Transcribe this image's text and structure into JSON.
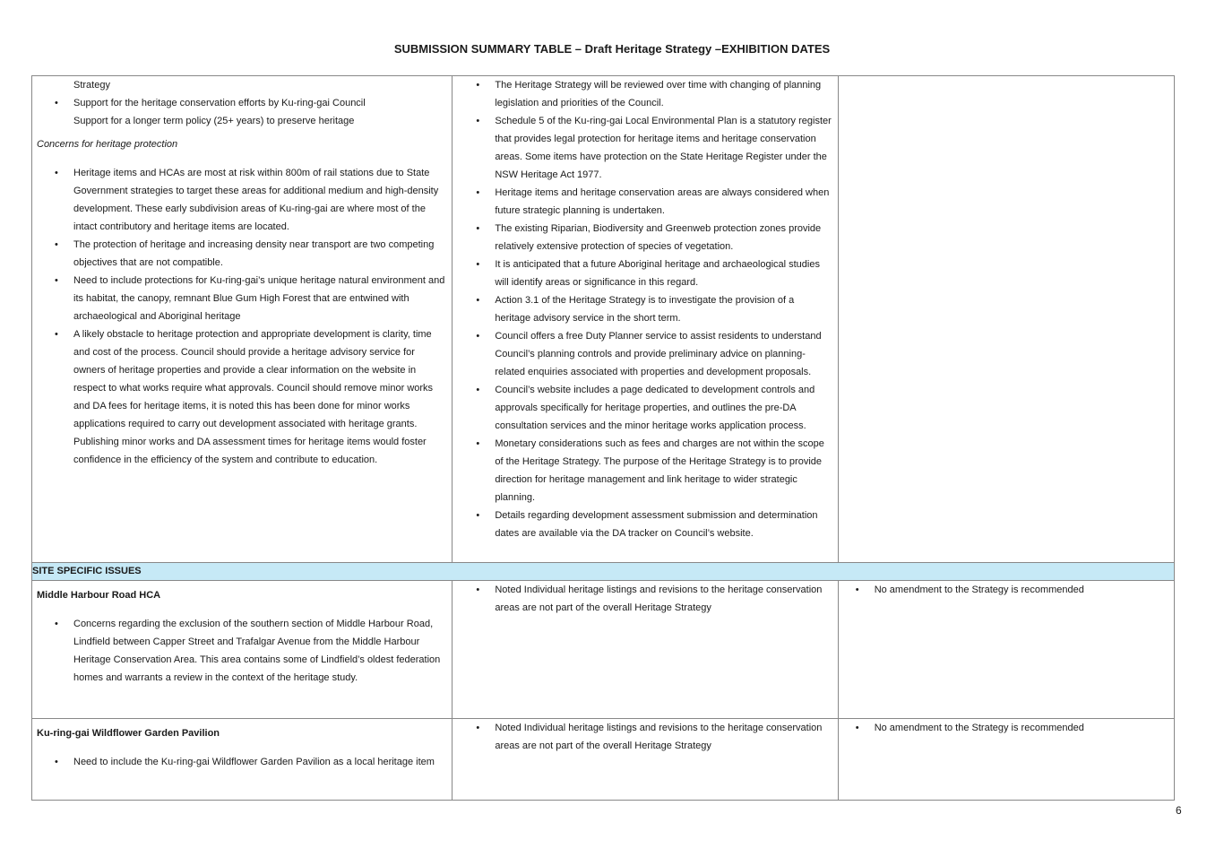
{
  "document": {
    "title": "SUBMISSION SUMMARY TABLE – Draft Heritage Strategy –EXHIBITION DATES",
    "page_number": "6"
  },
  "rows": {
    "main": {
      "col1": {
        "top_line": "Strategy",
        "top_bullets": [
          "Support for the heritage conservation efforts by Ku-ring-gai Council"
        ],
        "plain_line": "Support for a longer term policy (25+ years) to preserve heritage",
        "subheading": "Concerns for heritage protection",
        "bullets": [
          "Heritage items and HCAs are most at risk within 800m of rail stations due to State Government strategies to target these areas for additional medium and high-density development. These early subdivision areas of Ku-ring-gai are where most of the intact contributory and heritage items are located.",
          "The protection of heritage and increasing density near transport are two competing objectives that are not compatible.",
          "Need to include protections for Ku-ring-gai’s unique heritage natural environment and its habitat, the canopy, remnant Blue Gum High Forest that are entwined with archaeological and Aboriginal heritage",
          "A likely obstacle to heritage protection and appropriate development is clarity, time and cost of the process. Council should provide a heritage advisory service for owners of heritage properties and provide a clear information on the website in respect to what works require what approvals. Council should remove minor works and DA fees for heritage items, it is noted this has been done for minor works applications required to carry out development associated with heritage grants. Publishing minor works and DA assessment times for heritage items would foster confidence in the efficiency of the system and contribute to education."
        ]
      },
      "col2": {
        "bullets": [
          "The Heritage Strategy will be reviewed over time with changing of planning legislation and priorities of the Council.",
          "Schedule 5 of the Ku-ring-gai Local Environmental Plan is a statutory register that provides legal protection for heritage items and heritage conservation areas. Some items have protection on the State Heritage Register under the NSW Heritage Act 1977.",
          "Heritage items and heritage conservation areas are always considered when future strategic planning is undertaken.",
          "The existing Riparian, Biodiversity and Greenweb protection zones provide relatively extensive protection of species of vegetation.",
          "It is anticipated that a future Aboriginal heritage and archaeological studies will identify areas or significance in this regard.",
          "Action 3.1 of the Heritage Strategy is to investigate the provision of a heritage advisory service in the short term.",
          "Council offers a free Duty Planner service to assist residents to understand Council’s planning controls and provide preliminary advice on planning-related enquiries associated with properties and development proposals.",
          "Council’s website includes a page dedicated to development controls and approvals specifically for heritage properties, and outlines the pre-DA consultation services and the minor heritage works application process.",
          "Monetary considerations such as fees and charges are not within the scope of the Heritage Strategy. The purpose of the Heritage Strategy is to provide direction for heritage management and link heritage to wider strategic planning.",
          "Details regarding development assessment submission and determination dates are available via the DA tracker on Council’s website."
        ]
      }
    },
    "section_header": "SITE SPECIFIC ISSUES",
    "middle_harbour": {
      "heading": "Middle Harbour Road HCA",
      "bullets": [
        "Concerns regarding the exclusion of the southern section of Middle Harbour Road, Lindfield between Capper Street and Trafalgar Avenue from the Middle Harbour Heritage Conservation Area. This area contains some of Lindfield’s oldest federation homes and warrants a review in the context of the heritage study."
      ],
      "response": [
        "Noted Individual heritage listings and revisions to the heritage conservation areas are not part of the overall Heritage Strategy"
      ],
      "recommendation": [
        "No amendment to the Strategy is recommended"
      ]
    },
    "wildflower_garden": {
      "heading": "Ku-ring-gai Wildflower Garden Pavilion",
      "bullets": [
        "Need to include the Ku-ring-gai Wildflower Garden Pavilion as a local heritage item"
      ],
      "response": [
        "Noted Individual heritage listings and revisions to the heritage conservation areas are not part of the overall Heritage Strategy"
      ],
      "recommendation": [
        "No amendment to the Strategy is recommended"
      ]
    }
  }
}
